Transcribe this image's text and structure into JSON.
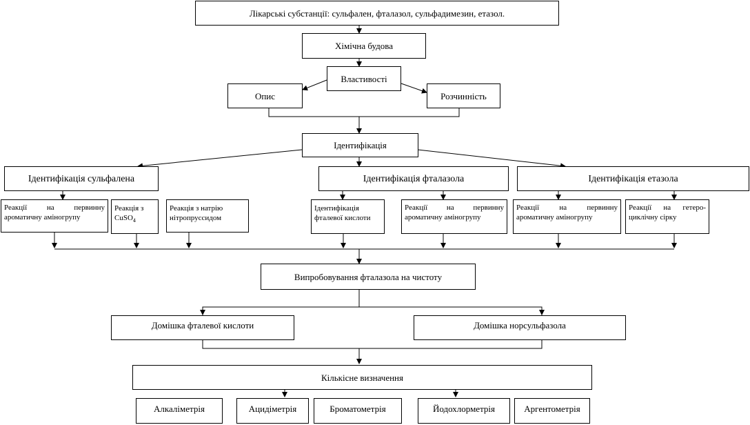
{
  "diagram": {
    "substances": "Лікарські субстанції: сульфален, фталазол, сульфадимезин, етазол.",
    "chemical_structure": "Хімічна будова",
    "properties": "Властивості",
    "description": "Опис",
    "solubility": "Розчинність",
    "identification": "Ідентифікація",
    "id_sulfalen": "Ідентифікація сульфалена",
    "id_phthalazol": "Ідентифікація фталазола",
    "id_etazol": "Ідентифікація етазола",
    "sulfalen_r1": "Реакції на первинну ароматичну аміногрупу",
    "sulfalen_r2_prefix": "Реакція з CuSO",
    "sulfalen_r2_sub": "4",
    "sulfalen_r3": "Реакція з натрію нітропруссидом",
    "phthalazol_r1": "Ідентифікація фталевої кислоти",
    "phthalazol_r2": "Реакції на первинну ароматичну аміногрупу",
    "etazol_r1": "Реакції на первинну ароматичну аміногрупу",
    "etazol_r2": "Реакції на гетеро-циклічну сірку",
    "purity_test": "Випробовування фталазола на чистоту",
    "impurity_phthalic": "Домішка фталевої кислоти",
    "impurity_norsulfazol": "Домішка норсульфазола",
    "quantitative": "Кількісне визначення",
    "methods": [
      "Алкаліметрія",
      "Ацидіметрія",
      "Броматометрія",
      "Йодохлорметрія",
      "Аргентометрія"
    ]
  }
}
